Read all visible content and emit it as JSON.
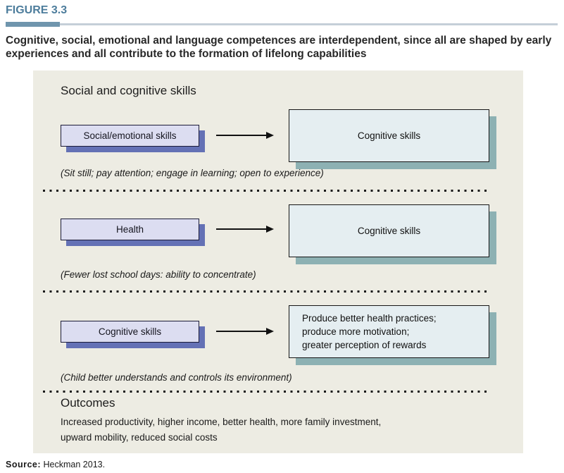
{
  "figure": {
    "label": "FIGURE 3.3",
    "title_line1": "Cognitive, social, emotional and language competences are interdependent, since all are shaped by early",
    "title_line2": "experiences and all contribute to the formation of lifelong capabilities"
  },
  "diagram": {
    "heading": "Social and cognitive skills",
    "rows": [
      {
        "left": "Social/emotional skills",
        "right": "Cognitive skills",
        "caption": "(Sit still; pay attention; engage in learning; open to experience)"
      },
      {
        "left": "Health",
        "right": "Cognitive skills",
        "caption": "(Fewer lost school days: ability to concentrate)"
      },
      {
        "left": "Cognitive skills",
        "right_lines": [
          "Produce better health practices;",
          "produce more motivation;",
          "greater perception of rewards"
        ],
        "caption": "(Child better understands and controls its environment)"
      }
    ],
    "outcomes": {
      "heading": "Outcomes",
      "line1": "Increased productivity, higher income, better health, more family investment,",
      "line2": "upward mobility, reduced social costs"
    }
  },
  "source": {
    "label": "Source:",
    "text": "Heckman 2013."
  },
  "colors": {
    "figure_label": "#4d7d9c",
    "rule_thick": "#6f95ad",
    "rule_thin": "#c5cfd8",
    "panel_bg": "#edece3",
    "left_box_fill": "#dcddf1",
    "left_box_shadow": "#6471b5",
    "right_box_fill": "#e5eef1",
    "right_box_shadow": "#8db1b3"
  }
}
